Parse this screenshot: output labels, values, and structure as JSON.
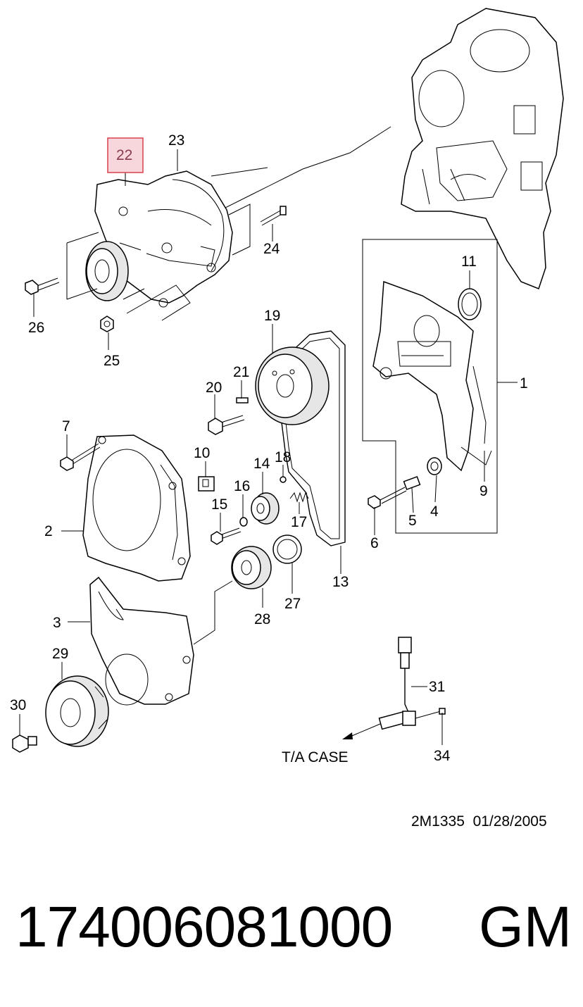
{
  "diagram": {
    "selected_callout": "22",
    "highlight_color": "#f8d7dc",
    "highlight_border": "#d9414d",
    "callouts": {
      "c1": "1",
      "c2": "2",
      "c3": "3",
      "c4": "4",
      "c5": "5",
      "c6": "6",
      "c7": "7",
      "c9": "9",
      "c10": "10",
      "c11": "11",
      "c13": "13",
      "c14": "14",
      "c15": "15",
      "c16": "16",
      "c17": "17",
      "c18": "18",
      "c19": "19",
      "c20": "20",
      "c21": "21",
      "c22": "22",
      "c23": "23",
      "c24": "24",
      "c25": "25",
      "c26": "26",
      "c27": "27",
      "c28": "28",
      "c29": "29",
      "c30": "30",
      "c31": "31",
      "c34": "34"
    },
    "ta_case_label": "T/A CASE",
    "drawing_id": "2M1335",
    "drawing_date": "01/28/2005"
  },
  "footer": {
    "part_number": "174006081000",
    "brand": "GM"
  }
}
